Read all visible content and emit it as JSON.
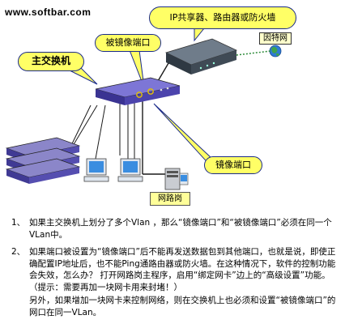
{
  "site": "www.softbar.com",
  "labels": {
    "main_switch": "主交换机",
    "mirrored_port": "被镜像端口",
    "router": "IP共享器、路由器或防火墙",
    "internet": "因特网",
    "mirror_port": "镜像端口",
    "monitor_post": "网路岗"
  },
  "notes": [
    {
      "num": "1、",
      "text": "如果主交换机上划分了多个Vlan ，那么“镜像端口”和“被镜像端口”必须在同一个VLan中。"
    },
    {
      "num": "2、",
      "text": "如果端口被设置为“镜像端口”后不能再发送数据包到其他端口，也就是说，即使正确配置IP地址后，也不能Ping通路由器或防火墙。在这种情况下，软件的控制功能会失效，怎么办？ 打开网路岗主程序，启用“绑定网卡”边上的“高级设置”功能。（提示：需要再加一块网卡用来封堵！）"
    },
    {
      "num": "",
      "text": "另外，如果增加一块网卡来控制网络，则在交换机上也必须和设置“被镜像端口”的网口在同一VLan。"
    }
  ],
  "colors": {
    "callout_fill": "#ffff66",
    "callout_border": "#1a2a8a",
    "switch_body": "#5a52b8",
    "link_line": "#1a1a1a"
  }
}
